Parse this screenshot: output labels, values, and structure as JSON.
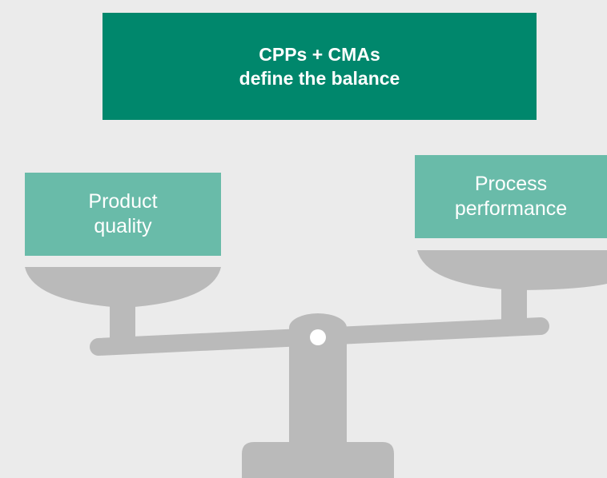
{
  "title": {
    "line1": "CPPs + CMAs",
    "line2": "define the balance"
  },
  "left_pan": {
    "line1": "Product",
    "line2": "quality"
  },
  "right_pan": {
    "line1": "Process",
    "line2": "performance"
  },
  "colors": {
    "background": "#ebebeb",
    "title_fill": "#00876c",
    "label_fill": "#69bba9",
    "scale_gray": "#bababa",
    "text": "#ffffff"
  }
}
